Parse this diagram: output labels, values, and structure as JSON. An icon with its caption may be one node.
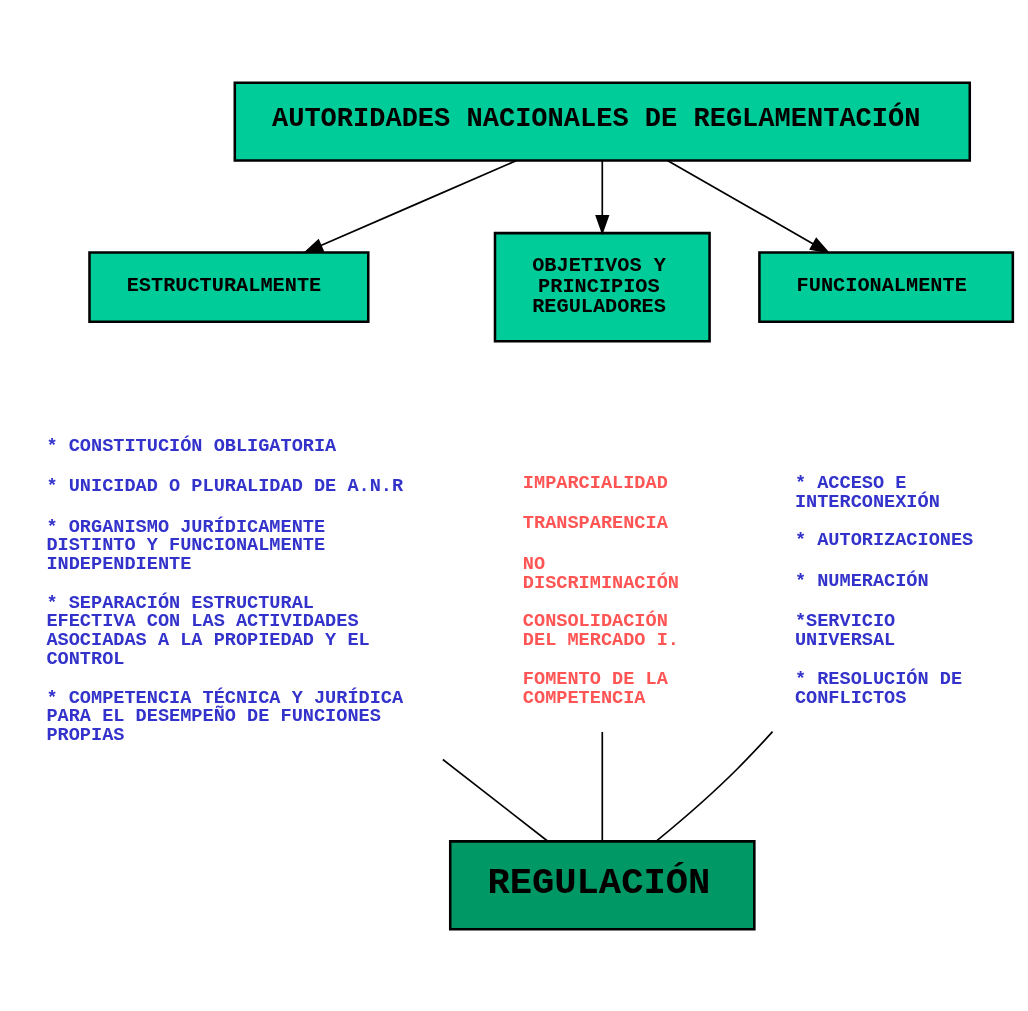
{
  "diagram": {
    "nodes": [
      {
        "text": [
          "AUTORIDADES NACIONALES DE REGLAMENTACIÓN"
        ]
      },
      {
        "text": [
          "ESTRUCTURALMENTE"
        ]
      },
      {
        "text": [
          "OBJETIVOS Y PRINCIPIOS REGULADORES"
        ]
      },
      {
        "text": [
          "FUNCIONALMENTE"
        ]
      },
      {
        "text": [
          "REGULACIÓN"
        ]
      },
      {
        "text": [
          "* CONSTITUCIÓN OBLIGATORIA",
          "* UNICIDAD O PLURALIDAD DE A.N.R",
          "* ORGANISMO JURÍDICAMENTE DISTINTO Y FUNCIONALMENTE INDEPENDIENTE",
          "* SEPARACIÓN ESTRUCTURAL EFECTIVA CON LAS ACTIVIDADES ASOCIADAS A LA PROPIEDAD Y EL CONTROL",
          "* COMPETENCIA TÉCNICA Y JURÍDICA PARA EL DESEMPEÑO DE FUNCIONES PROPIAS"
        ]
      },
      {
        "text": [
          "IMPARCIALIDAD",
          "TRANSPARENCIA",
          "NO DISCRIMINACIÓN",
          "CONSOLIDACIÓN DEL MERCADO I.",
          "FOMENTO DE LA COMPETENCIA"
        ]
      },
      {
        "text": [
          "* ACCESO E INTERCONEXIÓN",
          "* AUTORIZACIONES",
          "* NUMERACIÓN",
          "*SERVICIO UNIVERSAL",
          "* RESOLUCIÓN DE CONFLICTOS"
        ]
      }
    ],
    "edges": [
      {
        "from": 0,
        "to": 1,
        "arrow": "to"
      },
      {
        "from": 0,
        "to": 2,
        "arrow": "to"
      },
      {
        "from": 0,
        "to": 3,
        "arrow": "to"
      },
      {
        "from": 5,
        "to": 4,
        "arrow": "none"
      },
      {
        "from": 6,
        "to": 4,
        "arrow": "none"
      },
      {
        "from": 7,
        "to": 4,
        "arrow": "none"
      }
    ]
  }
}
